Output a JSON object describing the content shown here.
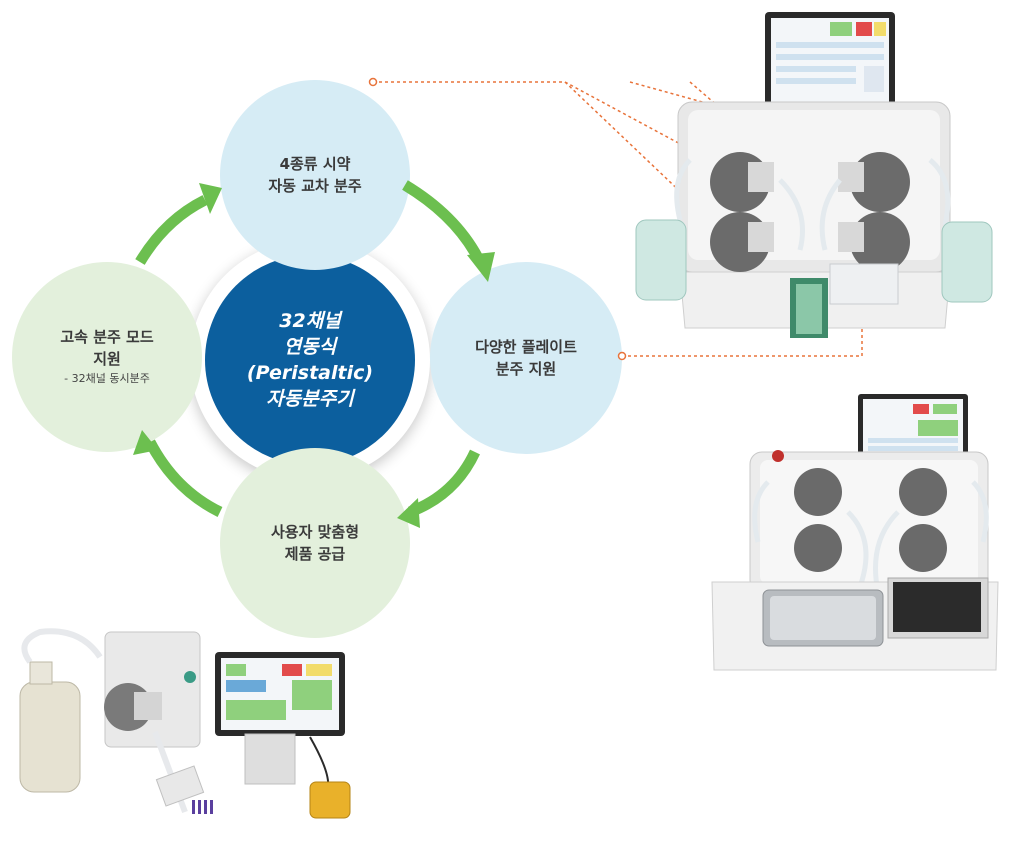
{
  "center": {
    "line1": "32채널",
    "line2": "연동식",
    "line3": "(Peristaltic)",
    "line4": "자동분주기"
  },
  "features": [
    {
      "lines": [
        "4종류 시약",
        "자동 교차 분주"
      ]
    },
    {
      "lines": [
        "다양한 플레이트",
        "분주 지원"
      ]
    },
    {
      "lines": [
        "사용자 맞춤형",
        "제품 공급"
      ]
    },
    {
      "lines": [
        "고속 분주 모드",
        "지원"
      ],
      "sub": "- 32채널 동시분주"
    }
  ],
  "colors": {
    "center": "#0c5f9e",
    "feature_blue": "#d6ecf5",
    "feature_green": "#e3f0dc",
    "arrow": "#6cbf4f",
    "callout": "#e8733a"
  }
}
